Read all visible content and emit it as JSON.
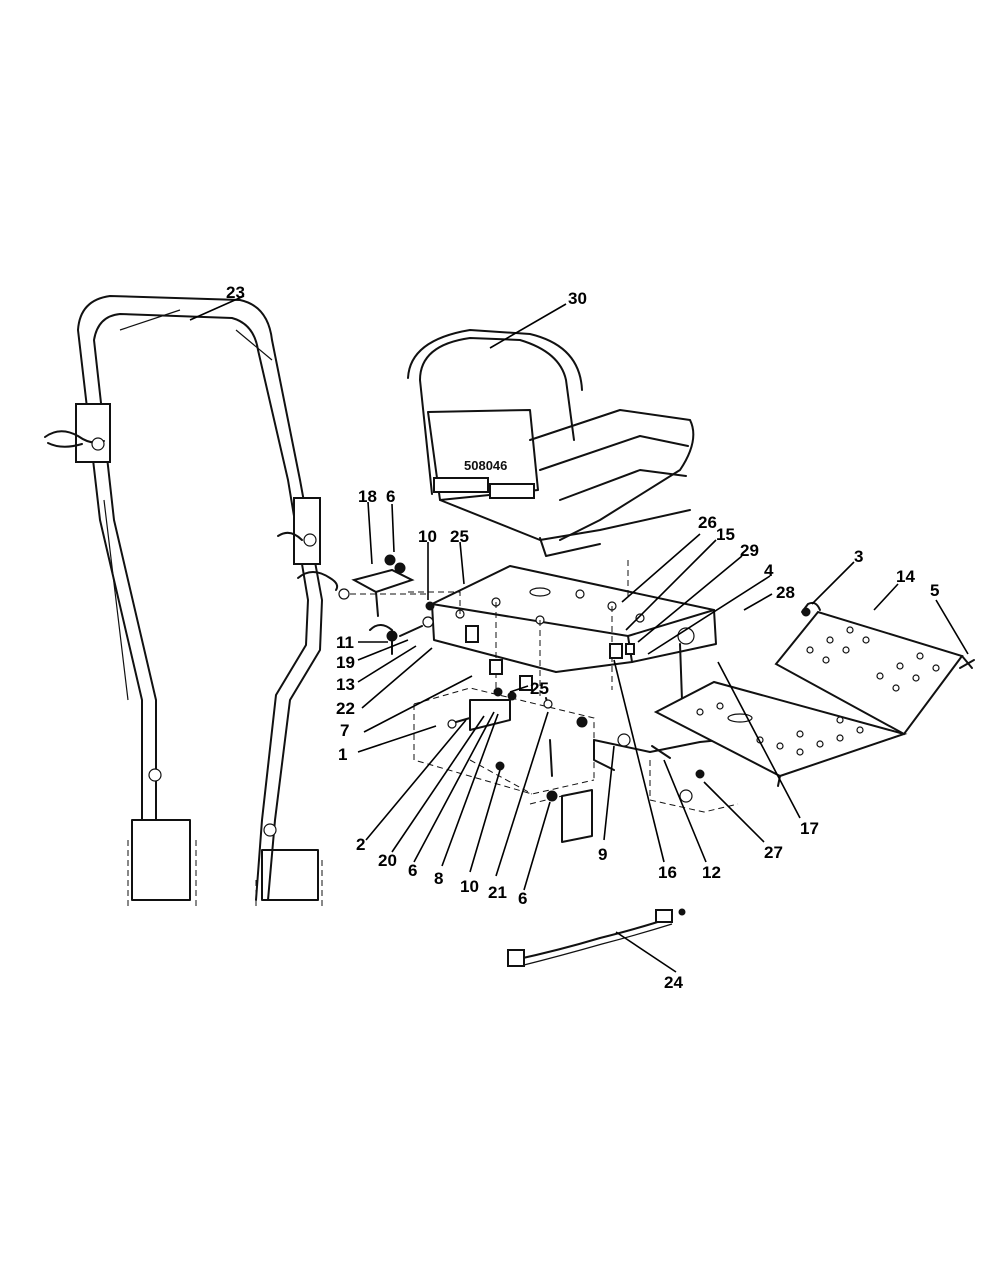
{
  "seat_marking": "508046",
  "callouts": [
    {
      "id": "c23",
      "label": "23"
    },
    {
      "id": "c30",
      "label": "30"
    },
    {
      "id": "c18",
      "label": "18"
    },
    {
      "id": "c6a",
      "label": "6"
    },
    {
      "id": "c10a",
      "label": "10"
    },
    {
      "id": "c25a",
      "label": "25"
    },
    {
      "id": "c26",
      "label": "26"
    },
    {
      "id": "c15",
      "label": "15"
    },
    {
      "id": "c29",
      "label": "29"
    },
    {
      "id": "c4",
      "label": "4"
    },
    {
      "id": "c28",
      "label": "28"
    },
    {
      "id": "c3",
      "label": "3"
    },
    {
      "id": "c14",
      "label": "14"
    },
    {
      "id": "c5",
      "label": "5"
    },
    {
      "id": "c11",
      "label": "11"
    },
    {
      "id": "c19",
      "label": "19"
    },
    {
      "id": "c13",
      "label": "13"
    },
    {
      "id": "c22",
      "label": "22"
    },
    {
      "id": "c7",
      "label": "7"
    },
    {
      "id": "c25b",
      "label": "25"
    },
    {
      "id": "c1",
      "label": "1"
    },
    {
      "id": "c2",
      "label": "2"
    },
    {
      "id": "c20",
      "label": "20"
    },
    {
      "id": "c6b",
      "label": "6"
    },
    {
      "id": "c8",
      "label": "8"
    },
    {
      "id": "c10b",
      "label": "10"
    },
    {
      "id": "c21",
      "label": "21"
    },
    {
      "id": "c6c",
      "label": "6"
    },
    {
      "id": "c9",
      "label": "9"
    },
    {
      "id": "c16",
      "label": "16"
    },
    {
      "id": "c12",
      "label": "12"
    },
    {
      "id": "c27",
      "label": "27"
    },
    {
      "id": "c17",
      "label": "17"
    },
    {
      "id": "c24",
      "label": "24"
    }
  ]
}
